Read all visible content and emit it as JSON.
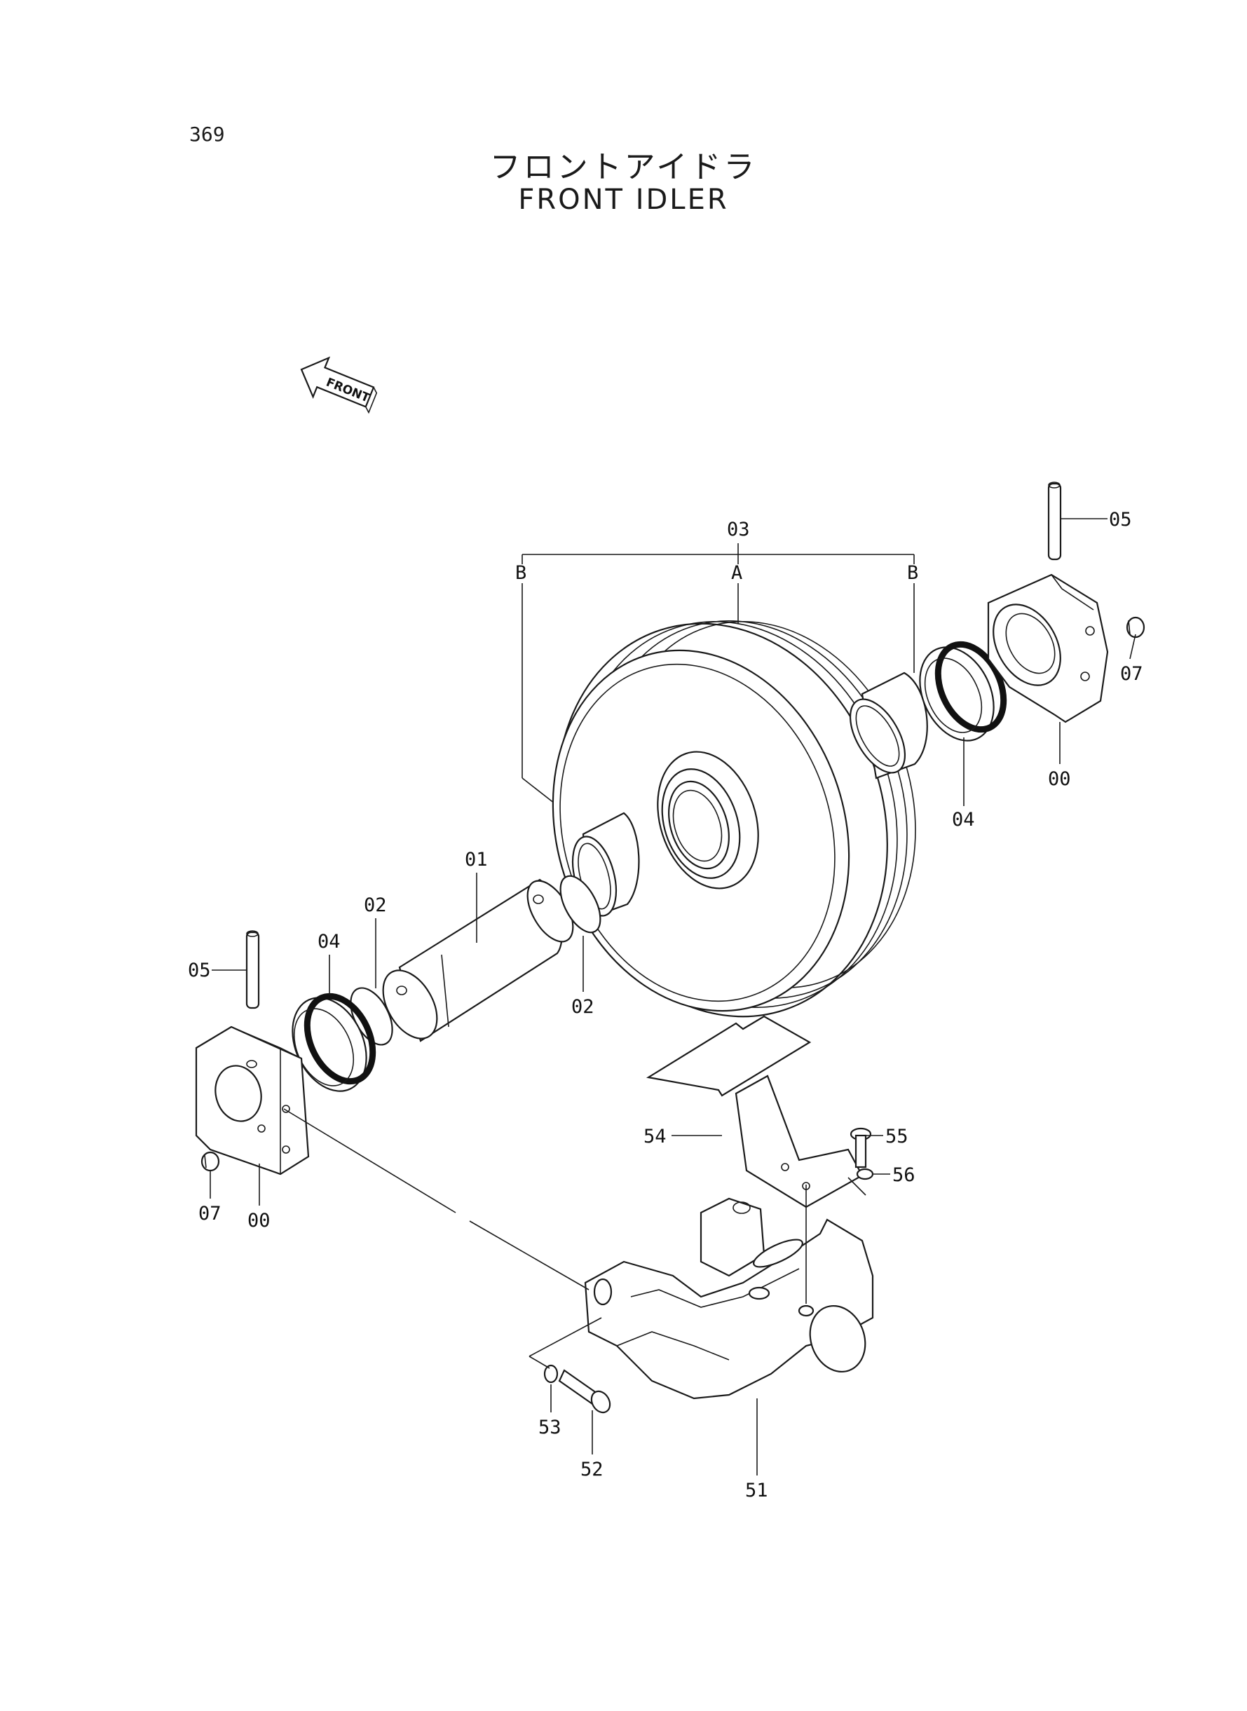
{
  "page_number": "369",
  "title_jp": "フロントアイドラ",
  "title_en": "FRONT  IDLER",
  "front_arrow_label": "FRONT",
  "callouts": {
    "c03": "03",
    "cA": "A",
    "cB_left": "B",
    "cB_right": "B",
    "c05_right": "05",
    "c07_right": "07",
    "c00_right": "00",
    "c04_right": "04",
    "c01": "01",
    "c02_upper": "02",
    "c02_lower": "02",
    "c04_left": "04",
    "c05_left": "05",
    "c07_left": "07",
    "c00_left": "00",
    "c54": "54",
    "c55": "55",
    "c56": "56",
    "c53": "53",
    "c52": "52",
    "c51": "51"
  }
}
